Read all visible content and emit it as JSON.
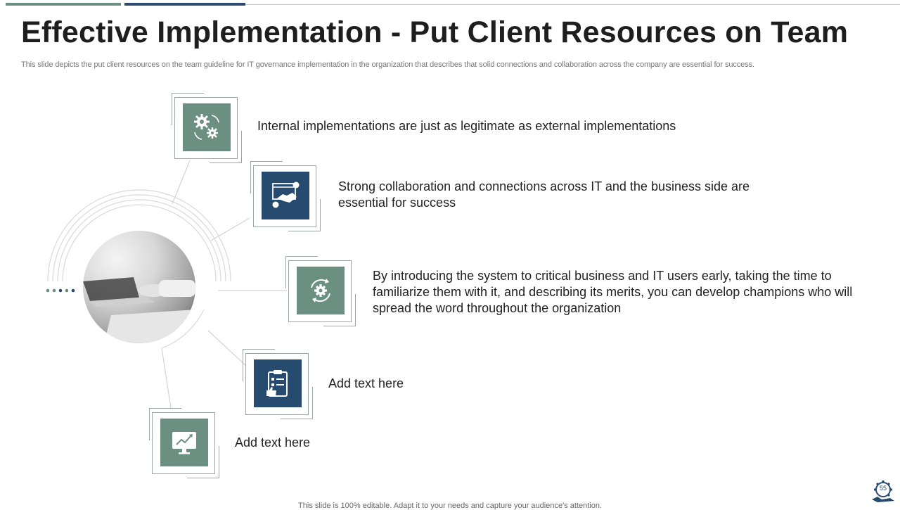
{
  "header": {
    "title": "Effective Implementation - Put Client Resources on Team",
    "subtitle": "This slide depicts the put client resources on the team guideline for IT governance implementation in the organization that describes that solid connections and collaboration across the company are essential for success."
  },
  "items": [
    {
      "icon": "gears-icon",
      "text": "Internal implementations are just as legitimate as external implementations"
    },
    {
      "icon": "handshake-icon",
      "text": "Strong collaboration and connections across IT and the business side are essential for success"
    },
    {
      "icon": "gear-refresh-icon",
      "text": "By introducing the system to critical business and IT users early, taking the time to familiarize them with it, and describing its merits, you can develop champions who will spread the word throughout the organization"
    },
    {
      "icon": "clipboard-checklist-icon",
      "text": "Add text here"
    },
    {
      "icon": "monitor-chart-icon",
      "text": "Add text here"
    }
  ],
  "footer": {
    "note": "This slide is 100% editable. Adapt it to your needs and capture your audience's attention.",
    "page_number": "55"
  },
  "colors": {
    "green": "#6b8f80",
    "navy": "#264b6f",
    "line": "#d4d4d4"
  }
}
